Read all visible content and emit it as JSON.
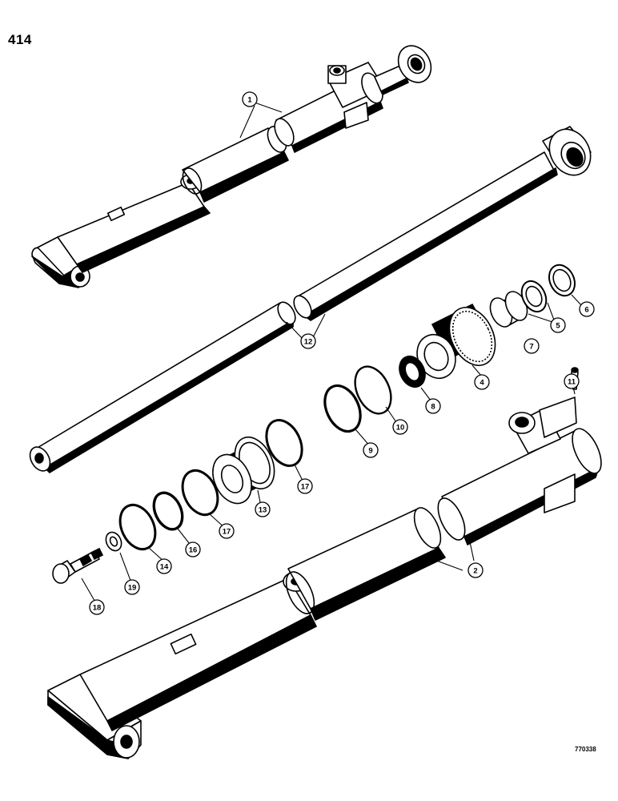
{
  "page": {
    "number": "414",
    "drawing_code": "770338"
  },
  "callouts": [
    {
      "id": "c1",
      "label": "1"
    },
    {
      "id": "c2",
      "label": "2"
    },
    {
      "id": "c4",
      "label": "4"
    },
    {
      "id": "c5",
      "label": "5"
    },
    {
      "id": "c6",
      "label": "6"
    },
    {
      "id": "c7",
      "label": "7"
    },
    {
      "id": "c8",
      "label": "8"
    },
    {
      "id": "c9",
      "label": "9"
    },
    {
      "id": "c10",
      "label": "10"
    },
    {
      "id": "c11",
      "label": "11"
    },
    {
      "id": "c12",
      "label": "12"
    },
    {
      "id": "c13",
      "label": "13"
    },
    {
      "id": "c14",
      "label": "14"
    },
    {
      "id": "c16",
      "label": "16"
    },
    {
      "id": "c17a",
      "label": "17"
    },
    {
      "id": "c17b",
      "label": "17"
    },
    {
      "id": "c18",
      "label": "18"
    },
    {
      "id": "c19",
      "label": "19"
    }
  ]
}
